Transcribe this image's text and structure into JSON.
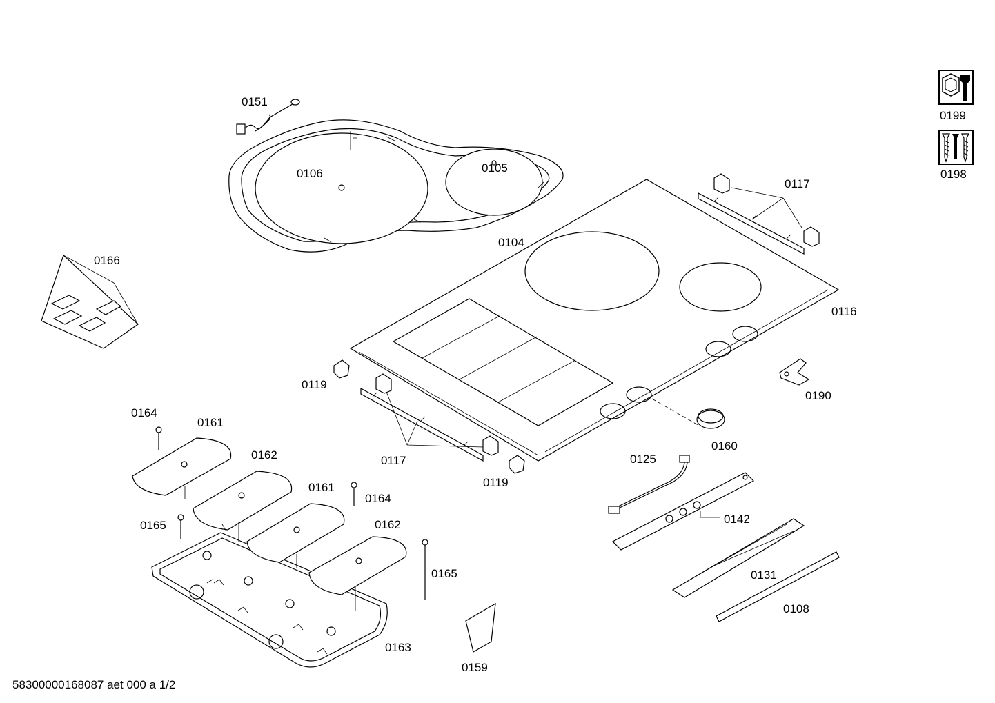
{
  "labels": {
    "p0151": "0151",
    "p0106": "0106",
    "p0105": "0105",
    "p0104": "0104",
    "p0117a": "0117",
    "p0117b": "0117",
    "p0116": "0116",
    "p0166": "0166",
    "p0119a": "0119",
    "p0119b": "0119",
    "p0190": "0190",
    "p0164a": "0164",
    "p0164b": "0164",
    "p0161a": "0161",
    "p0161b": "0161",
    "p0162a": "0162",
    "p0162b": "0162",
    "p0165a": "0165",
    "p0165b": "0165",
    "p0163": "0163",
    "p0159": "0159",
    "p0160": "0160",
    "p0125": "0125",
    "p0142": "0142",
    "p0131": "0131",
    "p0108": "0108",
    "p0199": "0199",
    "p0198": "0198"
  },
  "icons": {
    "p0199": "wrench-nut-icon",
    "p0198": "screws-icon"
  },
  "footer": "58300000168087 aet 000 a 1/2"
}
